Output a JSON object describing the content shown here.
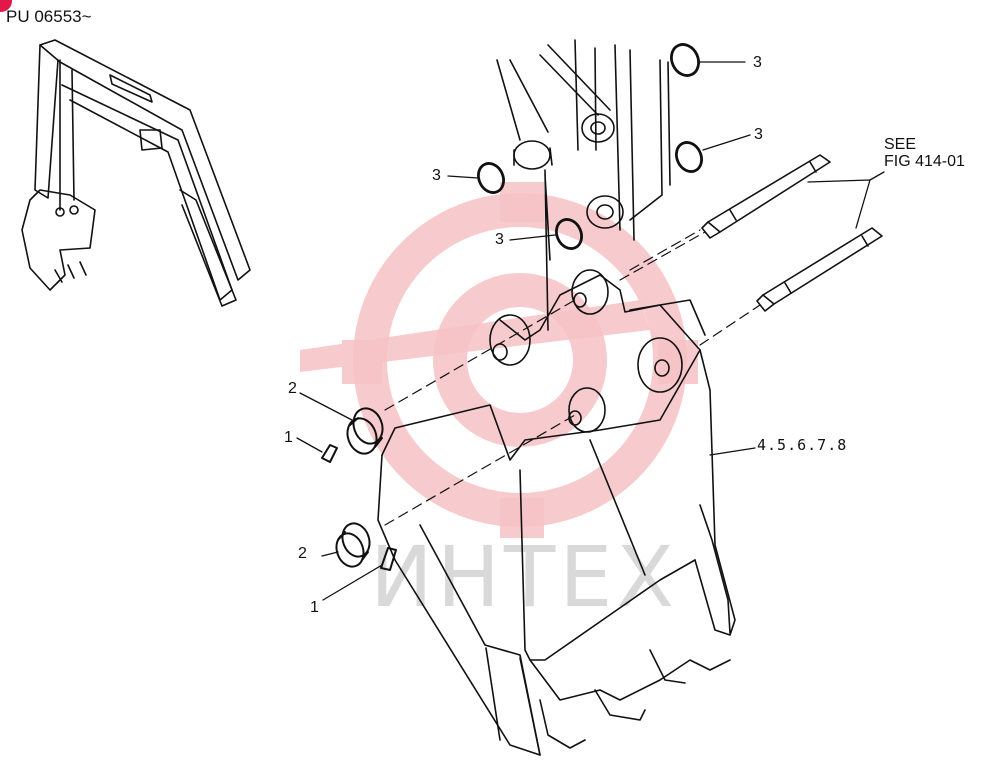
{
  "header": {
    "serial": "PU 06553~"
  },
  "reference": {
    "see": "SEE",
    "fig": "FIG 414-01"
  },
  "callouts": [
    {
      "id": "c3a",
      "text": "3"
    },
    {
      "id": "c3b",
      "text": "3"
    },
    {
      "id": "c3c",
      "text": "3"
    },
    {
      "id": "c3d",
      "text": "3"
    },
    {
      "id": "c2a",
      "text": "2"
    },
    {
      "id": "c1a",
      "text": "1"
    },
    {
      "id": "c2b",
      "text": "2"
    },
    {
      "id": "c1b",
      "text": "1"
    },
    {
      "id": "c4",
      "text": "4.5.6.7.8"
    }
  ],
  "watermark": {
    "text": "ИНТЕХ",
    "color": "#f4b3b8"
  },
  "colors": {
    "line": "#111111",
    "badge": "#e0194a"
  }
}
